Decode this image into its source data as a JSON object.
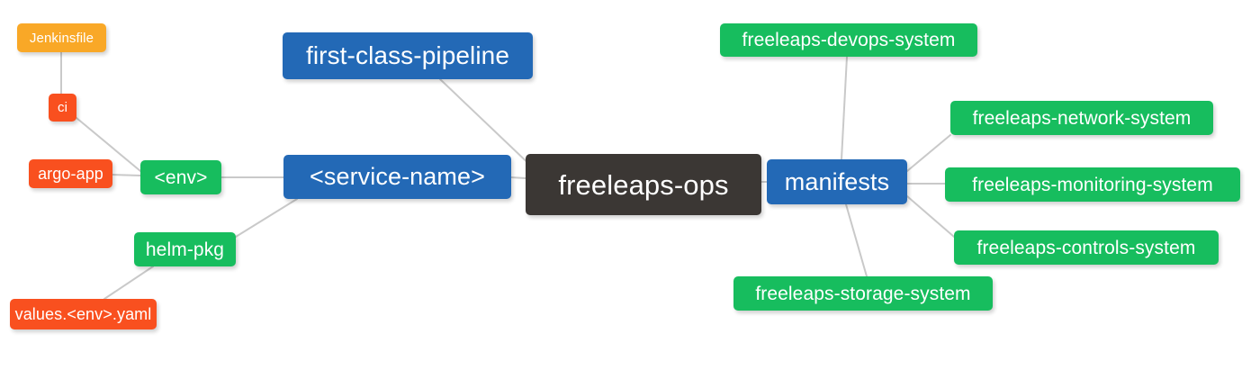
{
  "diagram": {
    "type": "mindmap",
    "title": "freeleaps-ops",
    "background_color": "#ffffff",
    "edge_color": "#c9c9c9",
    "palette": {
      "root": "#3b3734",
      "blue": "#2369b6",
      "green": "#17bd5e",
      "orange": "#f9a827",
      "red": "#f9501f",
      "text": "#ffffff"
    }
  },
  "nodes": {
    "root": {
      "label": "freeleaps-ops",
      "color": "#3b3734",
      "level": 0
    },
    "manifests": {
      "label": "manifests",
      "color": "#2369b6",
      "level": 1
    },
    "service_name": {
      "label": "<service-name>",
      "color": "#2369b6",
      "level": 1
    },
    "first_class_pipeline": {
      "label": "first-class-pipeline",
      "color": "#2369b6",
      "level": 1
    },
    "env": {
      "label": "<env>",
      "color": "#17bd5e",
      "level": 2
    },
    "helm_pkg": {
      "label": "helm-pkg",
      "color": "#17bd5e",
      "level": 2
    },
    "ci": {
      "label": "ci",
      "color": "#f9501f",
      "level": 3
    },
    "jenkinsfile": {
      "label": "Jenkinsfile",
      "color": "#f9a827",
      "level": 4
    },
    "argo_app": {
      "label": "argo-app",
      "color": "#f9501f",
      "level": 3
    },
    "values_yaml": {
      "label": "values.<env>.yaml",
      "color": "#f9501f",
      "level": 3
    },
    "devops_system": {
      "label": "freeleaps-devops-system",
      "color": "#17bd5e",
      "level": 2
    },
    "network_system": {
      "label": "freeleaps-network-system",
      "color": "#17bd5e",
      "level": 2
    },
    "monitoring_system": {
      "label": "freeleaps-monitoring-system",
      "color": "#17bd5e",
      "level": 2
    },
    "controls_system": {
      "label": "freeleaps-controls-system",
      "color": "#17bd5e",
      "level": 2
    },
    "storage_system": {
      "label": "freeleaps-storage-system",
      "color": "#17bd5e",
      "level": 2
    }
  },
  "edges": [
    {
      "from": "root",
      "to": "manifests"
    },
    {
      "from": "root",
      "to": "service_name"
    },
    {
      "from": "root",
      "to": "first_class_pipeline"
    },
    {
      "from": "service_name",
      "to": "env"
    },
    {
      "from": "service_name",
      "to": "helm_pkg"
    },
    {
      "from": "env",
      "to": "ci"
    },
    {
      "from": "env",
      "to": "argo_app"
    },
    {
      "from": "ci",
      "to": "jenkinsfile"
    },
    {
      "from": "helm_pkg",
      "to": "values_yaml"
    },
    {
      "from": "manifests",
      "to": "devops_system"
    },
    {
      "from": "manifests",
      "to": "network_system"
    },
    {
      "from": "manifests",
      "to": "monitoring_system"
    },
    {
      "from": "manifests",
      "to": "controls_system"
    },
    {
      "from": "manifests",
      "to": "storage_system"
    }
  ]
}
